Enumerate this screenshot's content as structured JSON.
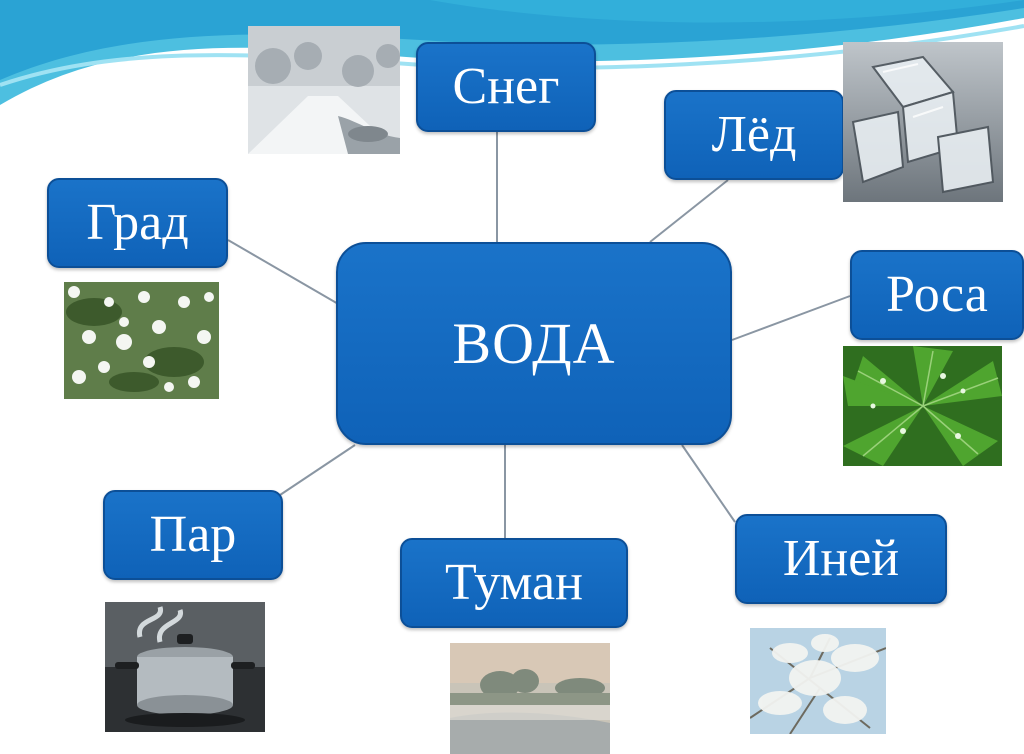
{
  "center": {
    "label": "ВОДА"
  },
  "nodes": {
    "sneg": "Снег",
    "led": "Лёд",
    "grad": "Град",
    "rosa": "Роса",
    "par": "Пар",
    "tuman": "Туман",
    "iney": "Иней"
  },
  "colors": {
    "node_fill": "#1565c0",
    "node_border": "#0c4f97",
    "text": "#ffffff",
    "connector": "#8a96a3",
    "wave": "#3fb0d8"
  },
  "images": {
    "sneg": "snowy-road-photo",
    "led": "ice-cubes-photo",
    "grad": "hail-on-leaves-photo",
    "rosa": "dew-on-leaf-photo",
    "par": "steaming-pot-photo",
    "tuman": "foggy-river-photo",
    "iney": "frost-branches-photo"
  }
}
